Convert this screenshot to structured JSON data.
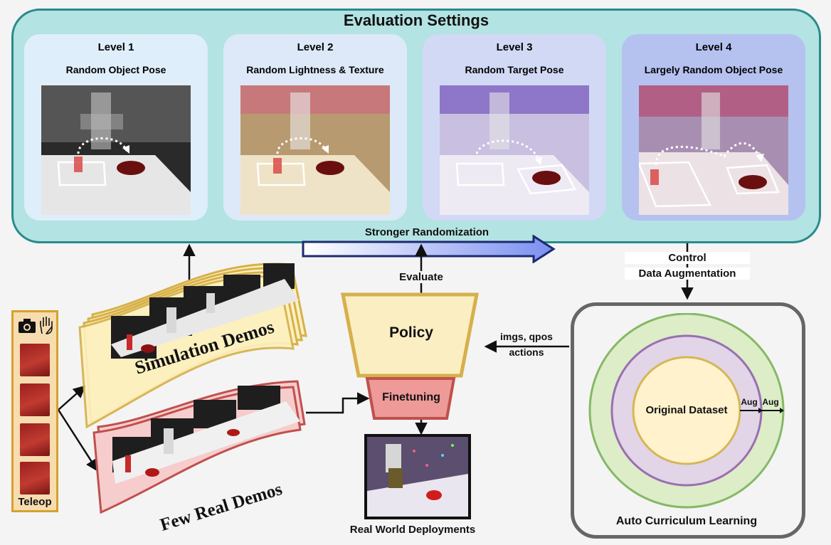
{
  "eval_settings": {
    "title": "Evaluation Settings",
    "levels": [
      {
        "title": "Level 1",
        "subtitle": "Random Object Pose",
        "tint": "#dfeefb"
      },
      {
        "title": "Level 2",
        "subtitle": "Random Lightness & Texture",
        "tint": "#dde9f8"
      },
      {
        "title": "Level 3",
        "subtitle": "Random Target Pose",
        "tint": "#d2d9f5"
      },
      {
        "title": "Level 4",
        "subtitle": "Largely Random Object Pose",
        "tint": "#b5c2f0"
      }
    ],
    "arrow_label": "Stronger Randomization"
  },
  "teleop": {
    "label": "Teleop",
    "icons": [
      "camera-icon",
      "hand-icon"
    ]
  },
  "sim_demos": {
    "label": "Simulation Demos"
  },
  "real_demos": {
    "label": "Few Real Demos"
  },
  "policy": {
    "label": "Policy",
    "evaluate_label": "Evaluate"
  },
  "finetuning": {
    "label": "Finetuning"
  },
  "deployment": {
    "label": "Real World Deployments"
  },
  "augmentation": {
    "line1": "Control",
    "line2": "Data Augmentation"
  },
  "flow": {
    "imgs_qpos": "imgs, qpos",
    "actions": "actions"
  },
  "curriculum": {
    "title": "Auto Curriculum Learning",
    "core": "Original Dataset",
    "aug1": "Aug",
    "aug2": "Aug",
    "colors": {
      "outer": "#dcedc8",
      "outer_border": "#86b866",
      "middle": "#e1d5e7",
      "middle_border": "#9a6fb0",
      "inner": "#fff2cc",
      "inner_border": "#d6b656"
    }
  }
}
